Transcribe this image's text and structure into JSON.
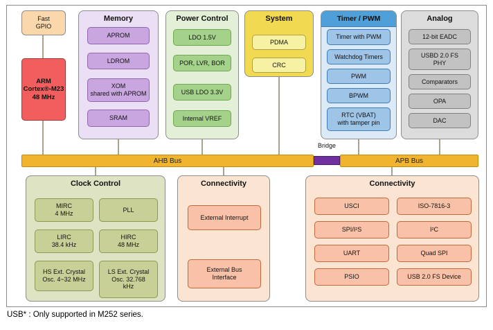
{
  "caption": "USB* : Only supported in M252 series.",
  "core": {
    "fast_gpio": "Fast\nGPIO",
    "arm": "ARM\nCortex®-M23\n48 MHz"
  },
  "buses": {
    "ahb": "AHB Bus",
    "bridge": "Bridge",
    "apb": "APB Bus"
  },
  "groups": {
    "memory": {
      "title": "Memory",
      "items": [
        "APROM",
        "LDROM",
        "XOM\nshared with APROM",
        "SRAM"
      ]
    },
    "power_control": {
      "title": "Power Control",
      "items": [
        "LDO 1.5V",
        "POR, LVR, BOR",
        "USB LDO 3.3V",
        "Internal VREF"
      ]
    },
    "system": {
      "title": "System",
      "items": [
        "PDMA",
        "CRC"
      ]
    },
    "timer_pwm": {
      "title": "Timer / PWM",
      "items": [
        "Timer with PWM",
        "Watchdog Timers",
        "PWM",
        "BPWM",
        "RTC (VBAT)\nwith tamper pin"
      ]
    },
    "analog": {
      "title": "Analog",
      "items": [
        "12-bit EADC",
        "USBD 2.0 FS\nPHY",
        "Comparators",
        "OPA",
        "DAC"
      ]
    },
    "clock_control": {
      "title": "Clock Control",
      "items": [
        "MIRC\n4 MHz",
        "PLL",
        "LIRC\n38.4 kHz",
        "HIRC\n48 MHz",
        "HS Ext. Crystal\nOsc. 4~32 MHz",
        "LS Ext. Crystal\nOsc. 32.768\nkHz"
      ]
    },
    "connectivity_ahb": {
      "title": "Connectivity",
      "items": [
        "External Interrupt",
        "External Bus\nInterface"
      ]
    },
    "connectivity_apb": {
      "title": "Connectivity",
      "items": [
        "USCI",
        "ISO-7816-3",
        "SPI/I²S",
        "I²C",
        "UART",
        "Quad SPI",
        "PSIO",
        "USB 2.0 FS Device"
      ]
    }
  },
  "colors": {
    "arm_core": "#F25E5E",
    "memory_item": "#C9A6DF",
    "power_item": "#A5D28B",
    "system_item": "#F7F2A3",
    "timer_item": "#9EC4E8",
    "analog_item": "#C2C2C2",
    "clock_item": "#C8CF97",
    "connectivity_item": "#F9C2A8",
    "bus": "#F0B42E",
    "bridge": "#7030A0"
  }
}
